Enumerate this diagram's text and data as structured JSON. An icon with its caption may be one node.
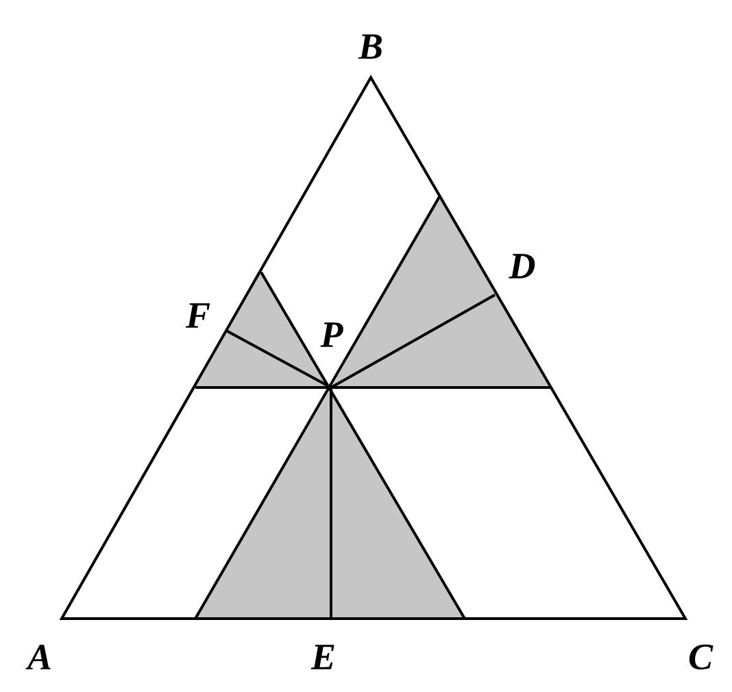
{
  "diagram": {
    "labels": [
      "B",
      "D",
      "F",
      "P",
      "A",
      "E",
      "C"
    ]
  }
}
